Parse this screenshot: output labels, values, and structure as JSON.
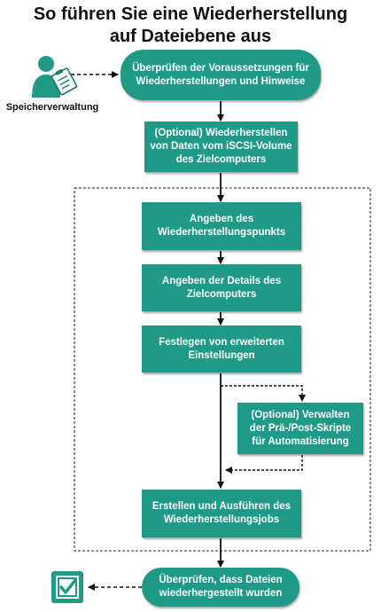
{
  "title": {
    "line1": "So führen Sie eine Wiederherstellung",
    "line2": "auf Dateiebene aus"
  },
  "actor": {
    "label": "Speicherverwaltung",
    "icon": "person-clipboard-icon"
  },
  "steps": {
    "review_prerequisites": "Überprüfen der Voraussetzungen für\nWiederherstellungen und Hinweise",
    "restore_iscsi": "(Optional) Wiederherstellen\nvon Daten vom iSCSI-Volume\ndes Zielcomputers",
    "specify_recovery_point": "Angeben des\nWiederherstellungspunkts",
    "specify_target_details": "Angeben der Details des\nZielcomputers",
    "advanced_settings": "Festlegen von erweiterten\nEinstellungen",
    "pre_post_scripts": "(Optional) Verwalten\nder Prä-/Post-Skripte\nfür Automatisierung",
    "create_run_job": "Erstellen und Ausführen des\nWiederherstellungsjobs",
    "verify_restored": "Überprüfen, dass Dateien\nwiederhergestellt wurden"
  },
  "end_icon": "checkmark-icon",
  "colors": {
    "box_fill": "#1f9a86",
    "arrow": "#111111",
    "checkbox": "#1f9a86"
  }
}
